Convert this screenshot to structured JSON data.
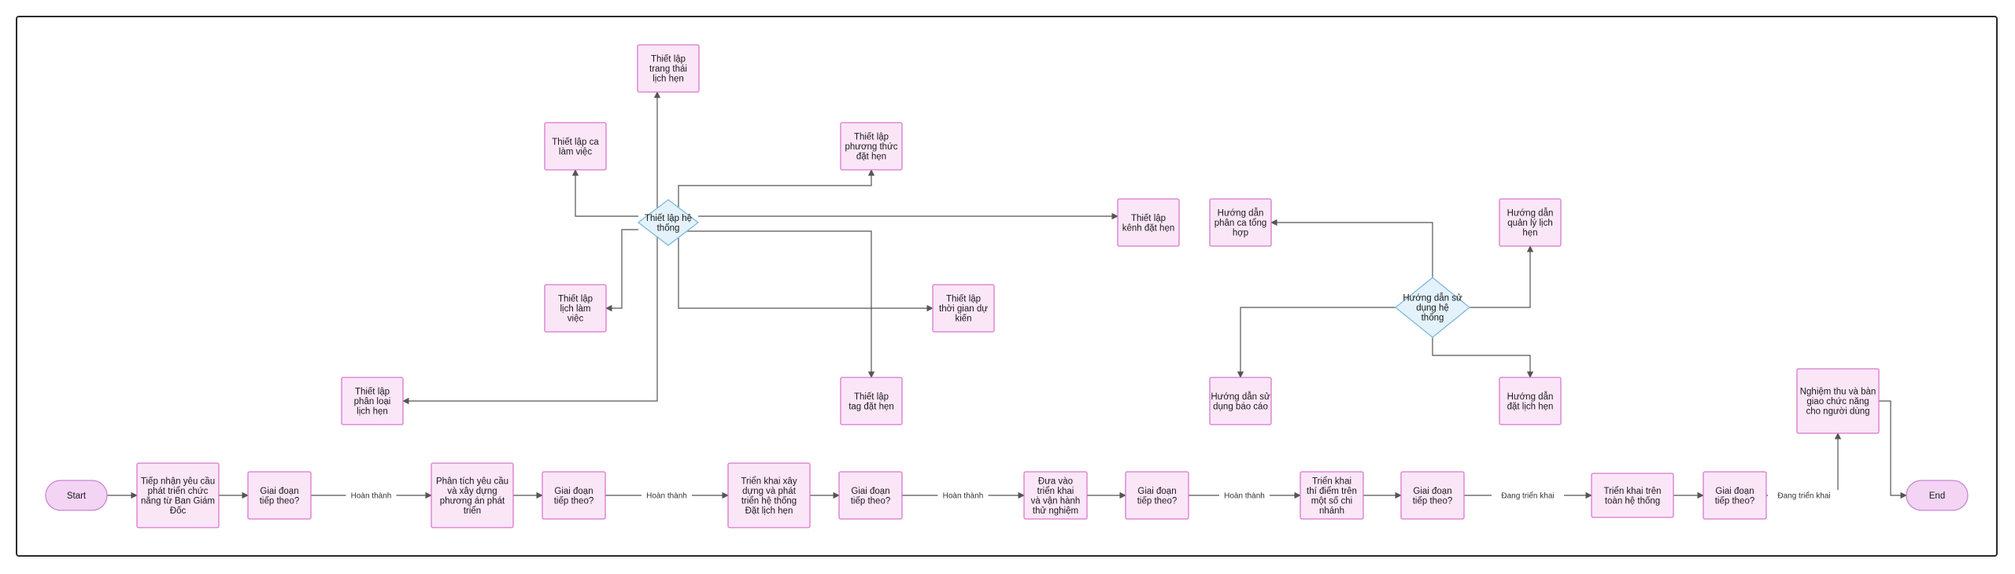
{
  "colors": {
    "node_fill": "#fbe6f8",
    "node_stroke": "#d877cc",
    "terminal_fill": "#f3d4f4",
    "terminal_stroke": "#c985cf",
    "decision_fill": "#e3f2fb",
    "decision_stroke": "#7fb8dc",
    "edge": "#555555",
    "border": "#2b2b2b"
  },
  "nodes": {
    "start": "Start",
    "receive": "Tiếp nhận yêu cầu phát triển chức năng từ Ban Giám Đốc",
    "next1": "Giai đoạn tiếp theo?",
    "analyze": "Phân tích yêu cầu và xây dựng phương án phát triển",
    "next2": "Giai đoạn tiếp theo?",
    "build": "Triển khai xây dựng và phát triển hệ thống Đặt lịch hẹn",
    "next3": "Giai đoạn tiếp theo?",
    "pilot_run": "Đưa vào triển khai và vận hành thử nghiệm",
    "next4": "Giai đoạn tiếp theo?",
    "pilot_branches": "Triển khai thí điểm trên một số chi nhánh",
    "next5": "Giai đoạn tiếp theo?",
    "rollout": "Triển khai trên toàn hệ thống",
    "next6": "Giai đoạn tiếp theo?",
    "handover": "Nghiệm thu và bàn giao chức năng cho người dùng",
    "end": "End",
    "setup": "Thiết lập hệ thống",
    "set_status": "Thiết lập trang thái lịch hẹn",
    "set_shift": "Thiết lập ca làm việc",
    "set_method": "Thiết lập phương thức đặt hẹn",
    "set_channel": "Thiết lập kênh đặt hẹn",
    "set_schedule": "Thiết lập lịch làm việc",
    "set_duration": "Thiết lập thời gian dự kiến",
    "set_category": "Thiết lập phân loại lịch hẹn",
    "set_tag": "Thiết lập tag đặt hẹn",
    "guide": "Hướng dẫn sử dụng hệ thống",
    "guide_shift": "Hướng dẫn phân ca tổng hợp",
    "guide_manage": "Hướng dẫn quản lý lịch hẹn",
    "guide_report": "Hướng dẫn sử dụng báo cáo",
    "guide_booking": "Hướng dẫn đặt lịch hẹn"
  },
  "edge_labels": {
    "e1": "Hoàn thành",
    "e2": "Hoàn thành",
    "e3": "Hoàn thành",
    "e4": "Hoàn thành",
    "e5": "Đang triển khai",
    "e6": "Đang triển khai"
  }
}
